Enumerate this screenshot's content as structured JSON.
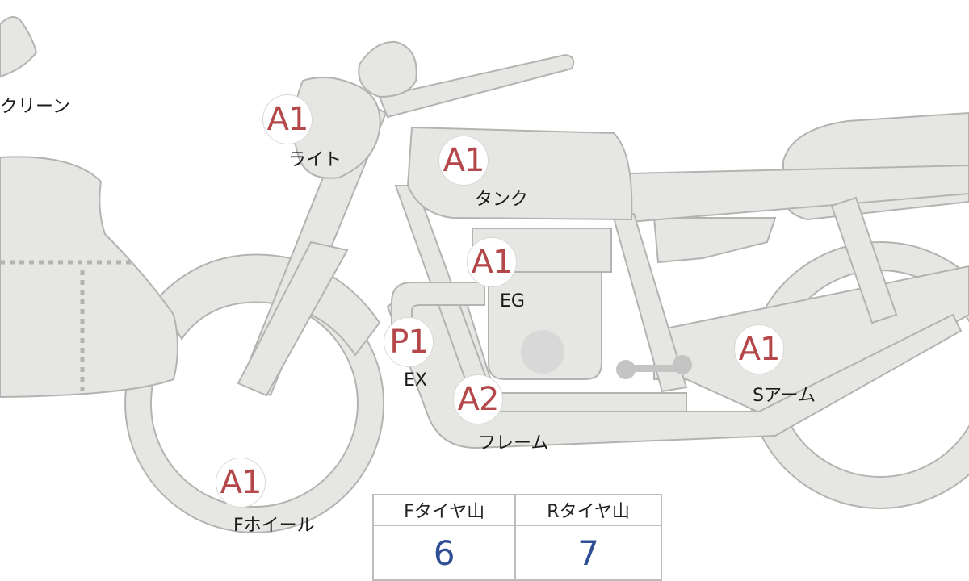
{
  "parts": [
    {
      "name": "screen",
      "label": "クリーン"
    },
    {
      "name": "light",
      "label": "ライト",
      "grade": "A1"
    },
    {
      "name": "tank",
      "label": "タンク",
      "grade": "A1"
    },
    {
      "name": "engine",
      "label": "EG",
      "grade": "A1"
    },
    {
      "name": "exhaust",
      "label": "EX",
      "grade": "P1"
    },
    {
      "name": "frame",
      "label": "フレーム",
      "grade": "A2"
    },
    {
      "name": "swingarm",
      "label": "Sアーム",
      "grade": "A1"
    },
    {
      "name": "front-wheel",
      "label": "Fホイール",
      "grade": "A1"
    }
  ],
  "tread": {
    "front_label": "Fタイヤ山",
    "front_value": "6",
    "rear_label": "Rタイヤ山",
    "rear_value": "7"
  },
  "colors": {
    "grade": "#b4474a",
    "value": "#2f4f94",
    "part_fill": "#e6e6e3",
    "part_stroke": "#b3b3b3"
  }
}
